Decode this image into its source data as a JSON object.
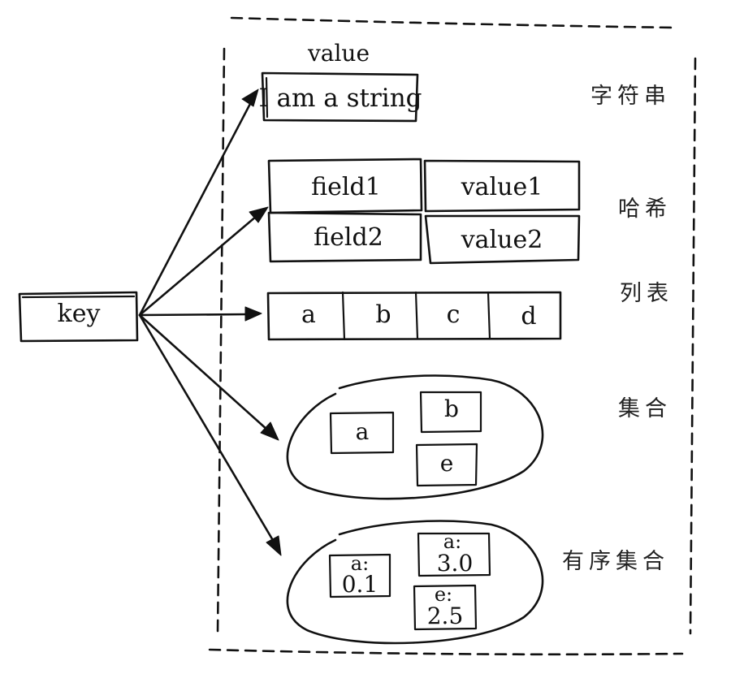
{
  "key_label": "key",
  "string": {
    "caption": "value",
    "value": "I am a string",
    "type_label": "字符串"
  },
  "hash": {
    "rows": [
      {
        "field": "field1",
        "value": "value1"
      },
      {
        "field": "field2",
        "value": "value2"
      }
    ],
    "type_label": "哈希"
  },
  "list": {
    "items": [
      "a",
      "b",
      "c",
      "d"
    ],
    "type_label": "列表"
  },
  "set": {
    "members": [
      "a",
      "b",
      "e"
    ],
    "type_label": "集合"
  },
  "zset": {
    "members": [
      {
        "member": "a:",
        "score": "0.1"
      },
      {
        "member": "a:",
        "score": "3.0"
      },
      {
        "member": "e:",
        "score": "2.5"
      }
    ],
    "type_label": "有序集合"
  }
}
